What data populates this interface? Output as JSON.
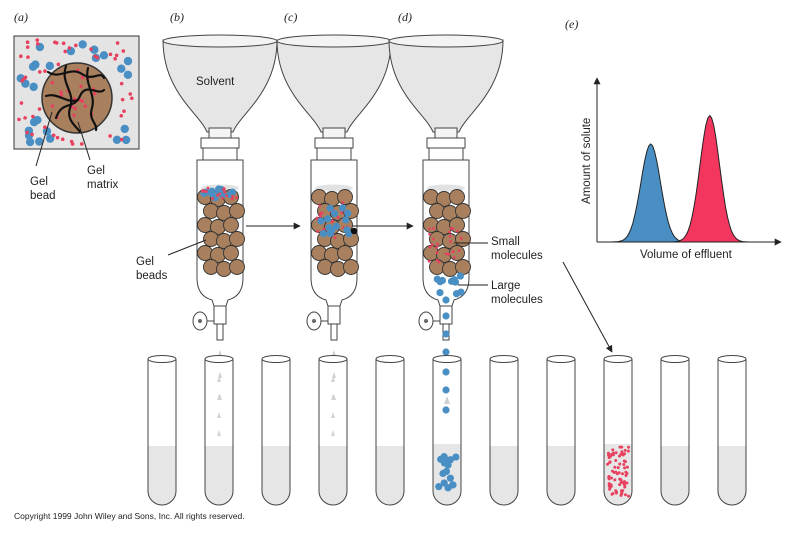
{
  "panels": {
    "a": {
      "letter": "(a)",
      "gel_bead": "Gel\nbead",
      "gel_matrix": "Gel\nmatrix"
    },
    "b": {
      "letter": "(b)",
      "solvent": "Solvent",
      "gel_beads": "Gel\nbeads"
    },
    "c": {
      "letter": "(c)"
    },
    "d": {
      "letter": "(d)",
      "small_molecules": "Small\nmolecules",
      "large_molecules": "Large\nmolecules"
    },
    "e": {
      "letter": "(e)"
    }
  },
  "chart_data": {
    "type": "area",
    "ylabel": "Amount of solute",
    "xlabel": "Volume of effluent",
    "series": [
      {
        "color": "#4a8fc4",
        "peak_center": 0.3,
        "peak_height": 0.62
      },
      {
        "color": "#f2365e",
        "peak_center": 0.63,
        "peak_height": 0.8
      }
    ]
  },
  "colors": {
    "large_molecule": "#4a8fc4",
    "small_molecule": "#e8405f",
    "bead": "#a9805e",
    "liquid": "#e6e6e6"
  },
  "footer": {
    "copyright": "Copyright 1999 John Wiley and Sons, Inc. All rights reserved."
  }
}
